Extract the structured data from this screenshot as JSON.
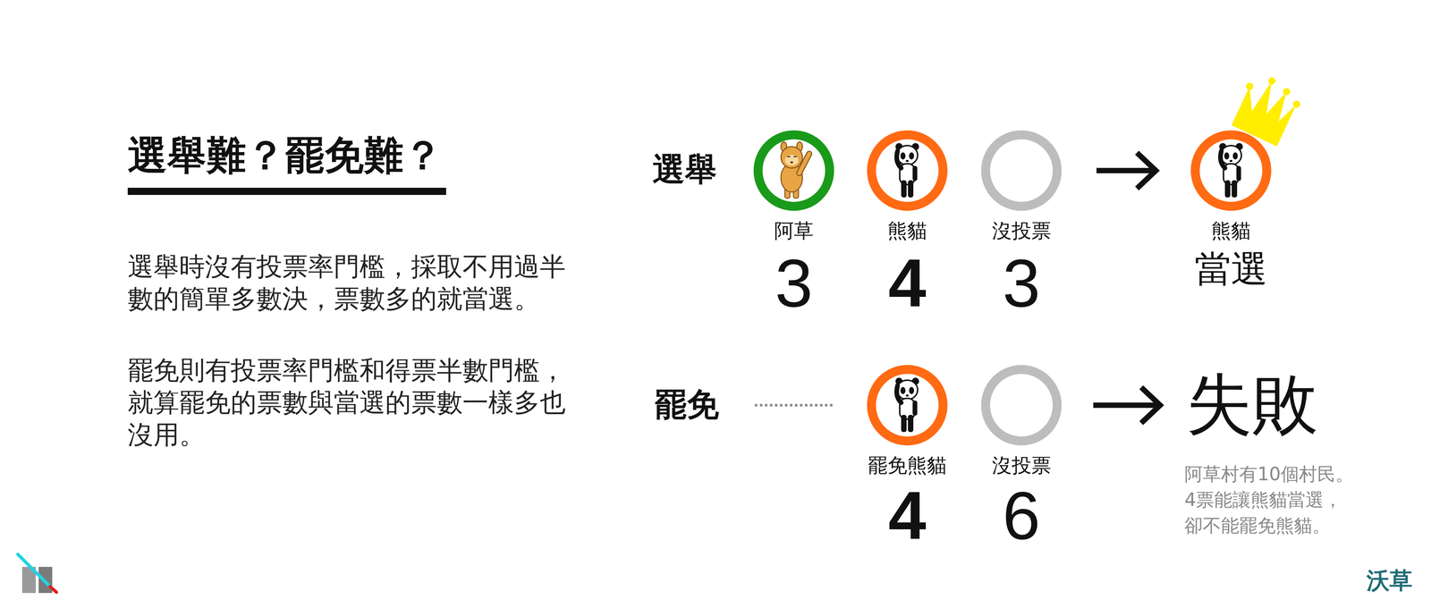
{
  "diagram": {
    "title": "選舉難？罷免難？",
    "nodes": [
      {
        "text": [
          "阿草",
          "3"
        ]
      },
      {
        "text": [
          "熊貓",
          "4"
        ]
      },
      {
        "text": [
          "沒投票",
          "3"
        ]
      },
      {
        "text": [
          "熊貓",
          "當選"
        ]
      },
      {
        "text": [
          "罷免熊貓",
          "4"
        ]
      },
      {
        "text": [
          "沒投票",
          "6"
        ]
      }
    ],
    "edges": [
      {
        "from": 2,
        "to": 3,
        "arrow": "to"
      }
    ],
    "labels": [
      "選舉時沒有投票率門檻，採取不用過半數的簡單多數決，票數多的就當選。",
      "罷免則有投票率門檻和得票半數門檻，就算罷免的票數與當選的票數一樣多也沒用。",
      "選舉",
      "罷免",
      "失敗",
      "阿草村有10個村民。 4票能讓熊貓當選， 卻不能罷免熊貓。",
      "沃草"
    ]
  }
}
